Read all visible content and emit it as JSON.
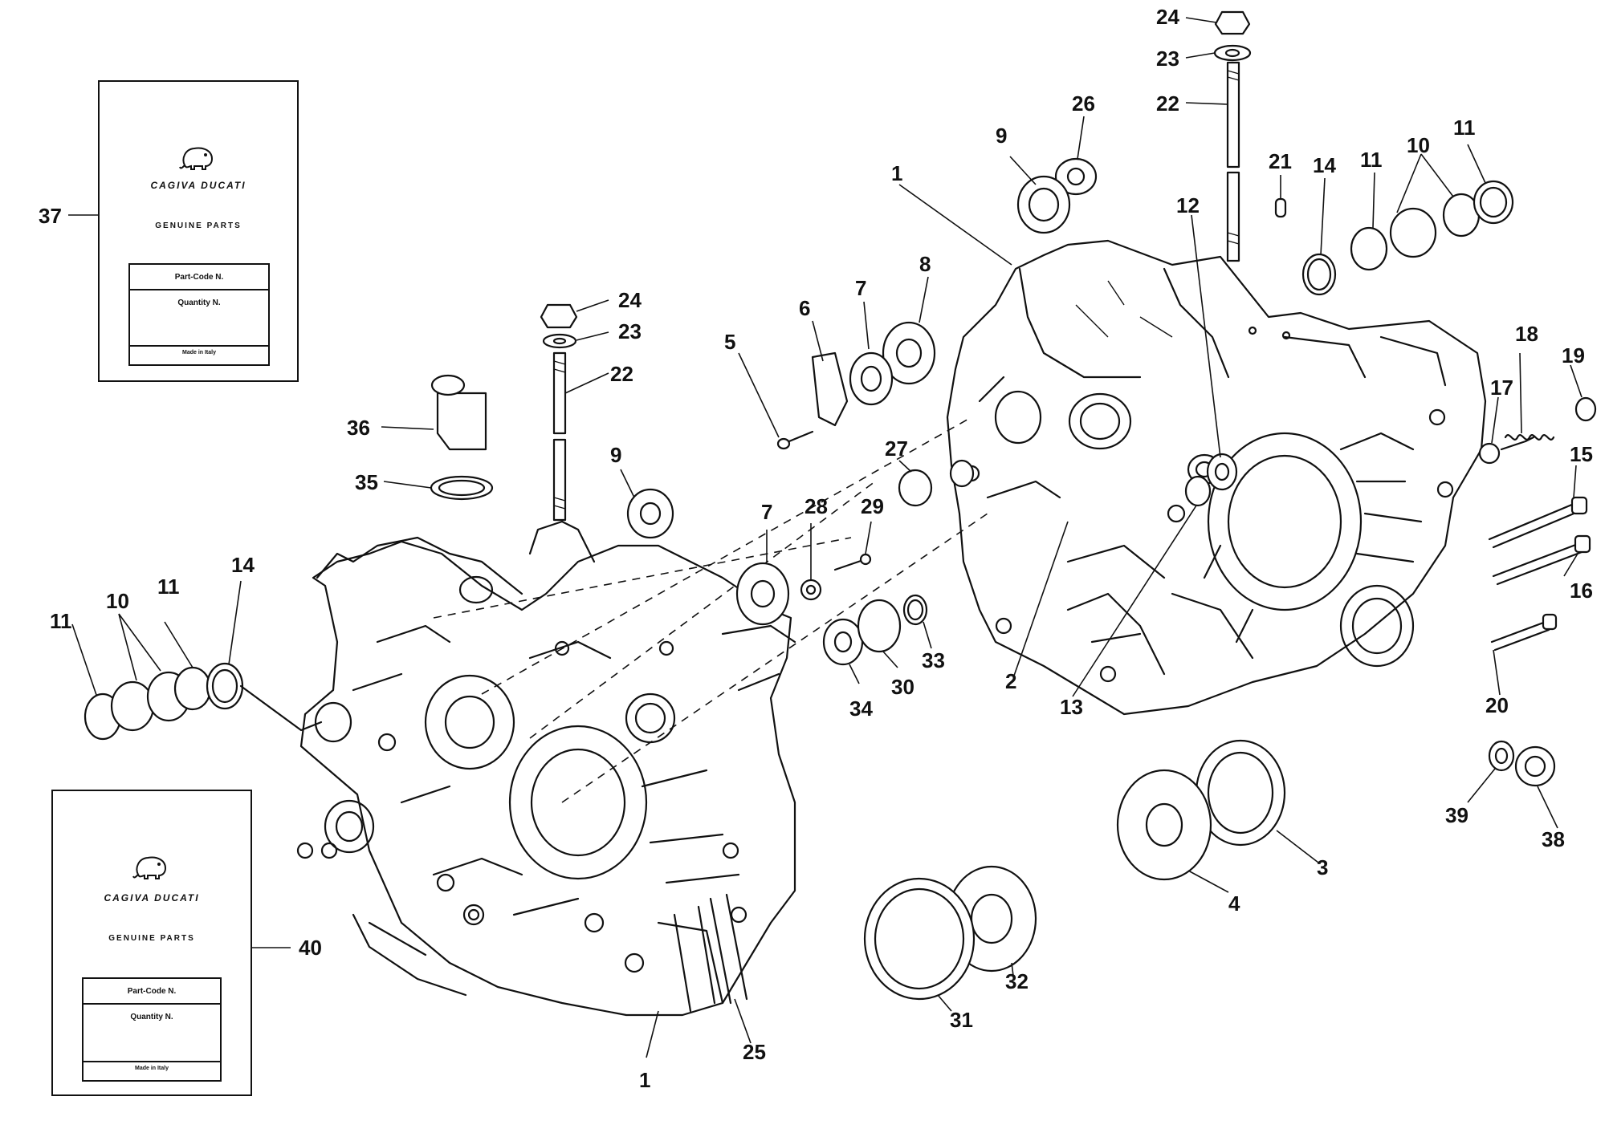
{
  "callouts": {
    "c24a": "24",
    "c23a": "23",
    "c22a": "22",
    "c26": "26",
    "c9a": "9",
    "c1a": "1",
    "c21": "21",
    "c12": "12",
    "c14a": "14",
    "c11a": "11",
    "c10a": "10",
    "c11b": "11",
    "c8": "8",
    "c7a": "7",
    "c6": "6",
    "c5": "5",
    "c27": "27",
    "c18": "18",
    "c19": "19",
    "c17": "17",
    "c15": "15",
    "c16": "16",
    "c2": "2",
    "c13": "13",
    "c20": "20",
    "c3": "3",
    "c4": "4",
    "c39": "39",
    "c38": "38",
    "c24b": "24",
    "c23b": "23",
    "c22b": "22",
    "c36": "36",
    "c35": "35",
    "c9b": "9",
    "c7b": "7",
    "c28": "28",
    "c29": "29",
    "c33": "33",
    "c30": "30",
    "c34": "34",
    "c14b": "14",
    "c11c": "11",
    "c10b": "10",
    "c11d": "11",
    "c37": "37",
    "c40": "40",
    "c31": "31",
    "c32": "32",
    "c25": "25",
    "c1b": "1"
  },
  "card_top": {
    "brand": "CAGIVA DUCATI",
    "subtitle": "GENUINE PARTS",
    "field1": "Part-Code N.",
    "field2": "Quantity N.",
    "footer": "Made in Italy"
  },
  "card_bottom": {
    "brand": "CAGIVA DUCATI",
    "subtitle": "GENUINE PARTS",
    "field1": "Part-Code N.",
    "field2": "Quantity N.",
    "footer": "Made in Italy"
  }
}
